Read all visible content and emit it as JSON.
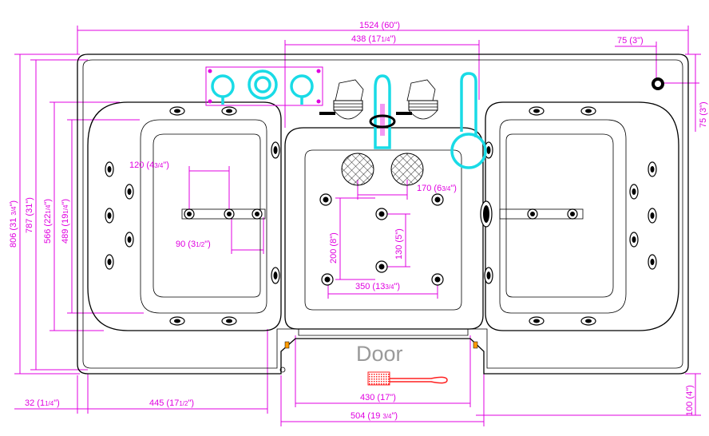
{
  "colors": {
    "dimension": "#e000e0",
    "outline": "#000000",
    "fixtures": "#19dbe6",
    "handle": "#ff2020",
    "background": "#ffffff"
  },
  "door_label": "Door",
  "dimensions": {
    "overall_length": "1524 (60\")",
    "center_width": "438 (17",
    "center_width_frac": "1/4",
    "center_width_end": "\")",
    "corner_x": "75 (3\")",
    "corner_y": "75 (3\")",
    "total_height": "806 (31 ",
    "total_height_frac": "3/4",
    "total_height_end": "\")",
    "height_787": "787 (31\")",
    "height_566": "566 (22",
    "height_566_frac": "1/4",
    "height_566_end": "\")",
    "height_489": "489 (19",
    "height_489_frac": "1/4",
    "height_489_end": "\")",
    "jet_spacing_120": "120 (4",
    "jet_spacing_120_frac": "3/4",
    "jet_spacing_120_end": "\")",
    "jet_spacing_90": "90 (3",
    "jet_spacing_90_frac": "1/2",
    "jet_spacing_90_end": "\")",
    "seat_170": "170 (6",
    "seat_170_frac": "3/4",
    "seat_170_end": "\")",
    "seat_200": "200 (8\")",
    "seat_130": "130 (5\")",
    "seat_350": "350 (13",
    "seat_350_frac": "3/4",
    "seat_350_end": "\")",
    "left_offset": "32 (1",
    "left_offset_frac": "1/4",
    "left_offset_end": "\")",
    "left_445": "445 (17",
    "left_445_frac": "1/2",
    "left_445_end": "\")",
    "door_430": "430 (17\")",
    "door_504": "504 (19 ",
    "door_504_frac": "3/4",
    "door_504_end": "\")",
    "bottom_100": "100 (4\")"
  }
}
